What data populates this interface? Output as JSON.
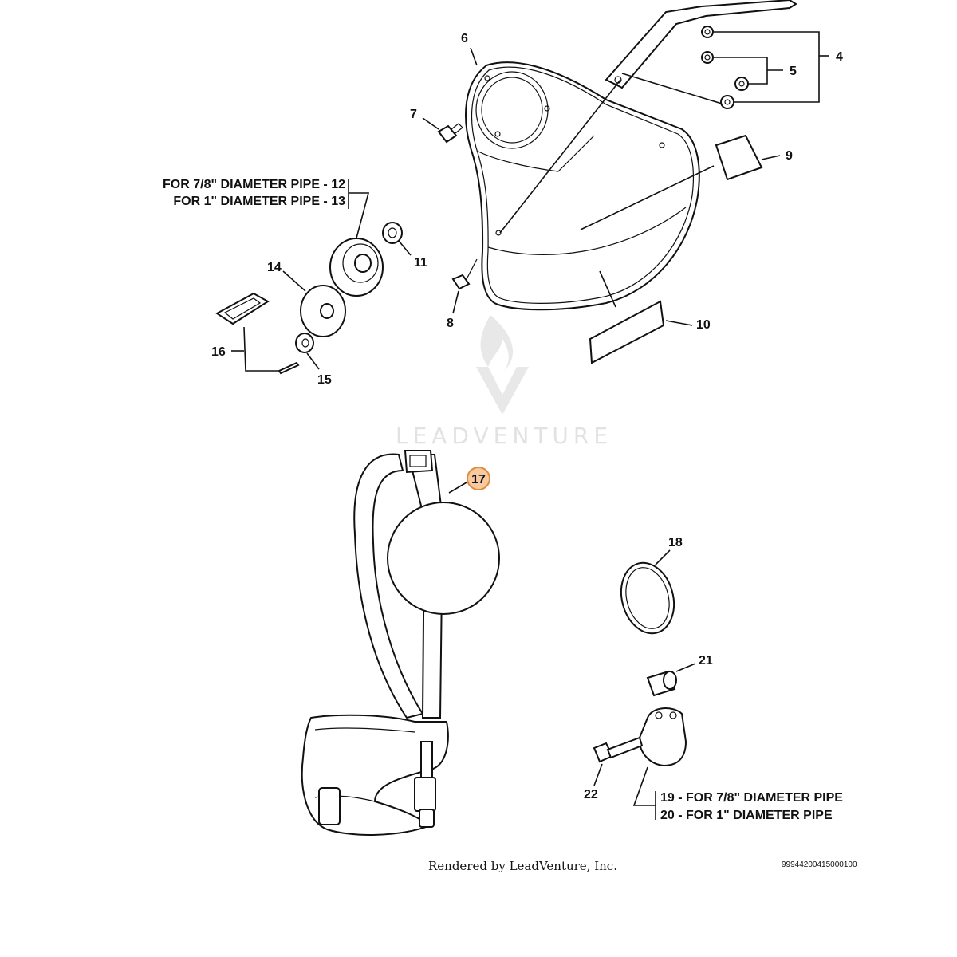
{
  "callouts": {
    "c4": "4",
    "c5": "5",
    "c6": "6",
    "c7": "7",
    "c8": "8",
    "c9": "9",
    "c10": "10",
    "c11": "11",
    "c14": "14",
    "c15": "15",
    "c16": "16",
    "c17": "17",
    "c18": "18",
    "c21": "21",
    "c22": "22"
  },
  "notes": {
    "pipe_12": "FOR 7/8\"  DIAMETER PIPE - 12",
    "pipe_13": "FOR 1\"  DIAMETER PIPE - 13",
    "pipe_19": "19  - FOR 7/8\"  DIAMETER PIPE",
    "pipe_20": "20  - FOR 1\"  DIAMETER PIPE"
  },
  "watermark": {
    "text": "LEADVENTURE"
  },
  "footer": {
    "rendered_by": "Rendered by LeadVenture, Inc.",
    "code": "99944200415000100"
  },
  "colors": {
    "highlight_fill": "#f6c9a0",
    "highlight_stroke": "#e08a3c",
    "ink": "#111111",
    "watermark": "#e2e2e2"
  }
}
